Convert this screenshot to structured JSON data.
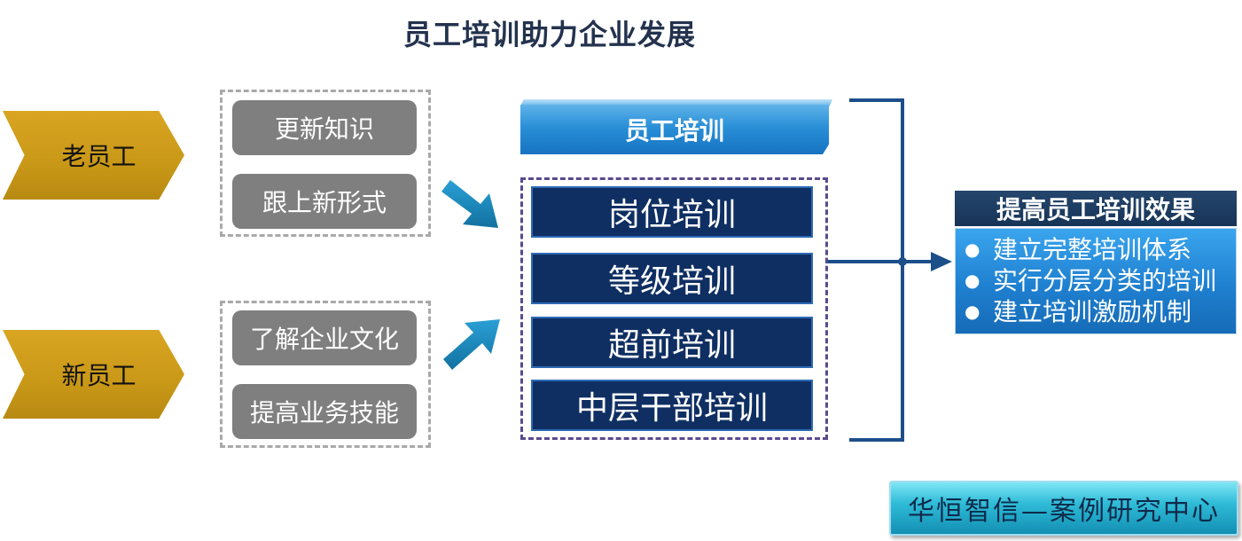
{
  "title": "员工培训助力企业发展",
  "left_groups": [
    {
      "label": "老员工",
      "items": [
        "更新知识",
        "跟上新形式"
      ]
    },
    {
      "label": "新员工",
      "items": [
        "了解企业文化",
        "提高业务技能"
      ]
    }
  ],
  "training": {
    "header": "员工培训",
    "items": [
      "岗位培训",
      "等级培训",
      "超前培训",
      "中层干部培训"
    ]
  },
  "result": {
    "title": "提高员工培训效果",
    "items": [
      "建立完整培训体系",
      "实行分层分类的培训",
      "建立培训激励机制"
    ]
  },
  "badge": "华恒智信—案例研究中心",
  "colors": {
    "chevron": "#c99817",
    "pill": "#7f7f7f",
    "training_box": "#0f2f63",
    "header_blue": "#2a8fd7",
    "arrow": "#1a82b6",
    "bracket": "#1c4f8a"
  }
}
